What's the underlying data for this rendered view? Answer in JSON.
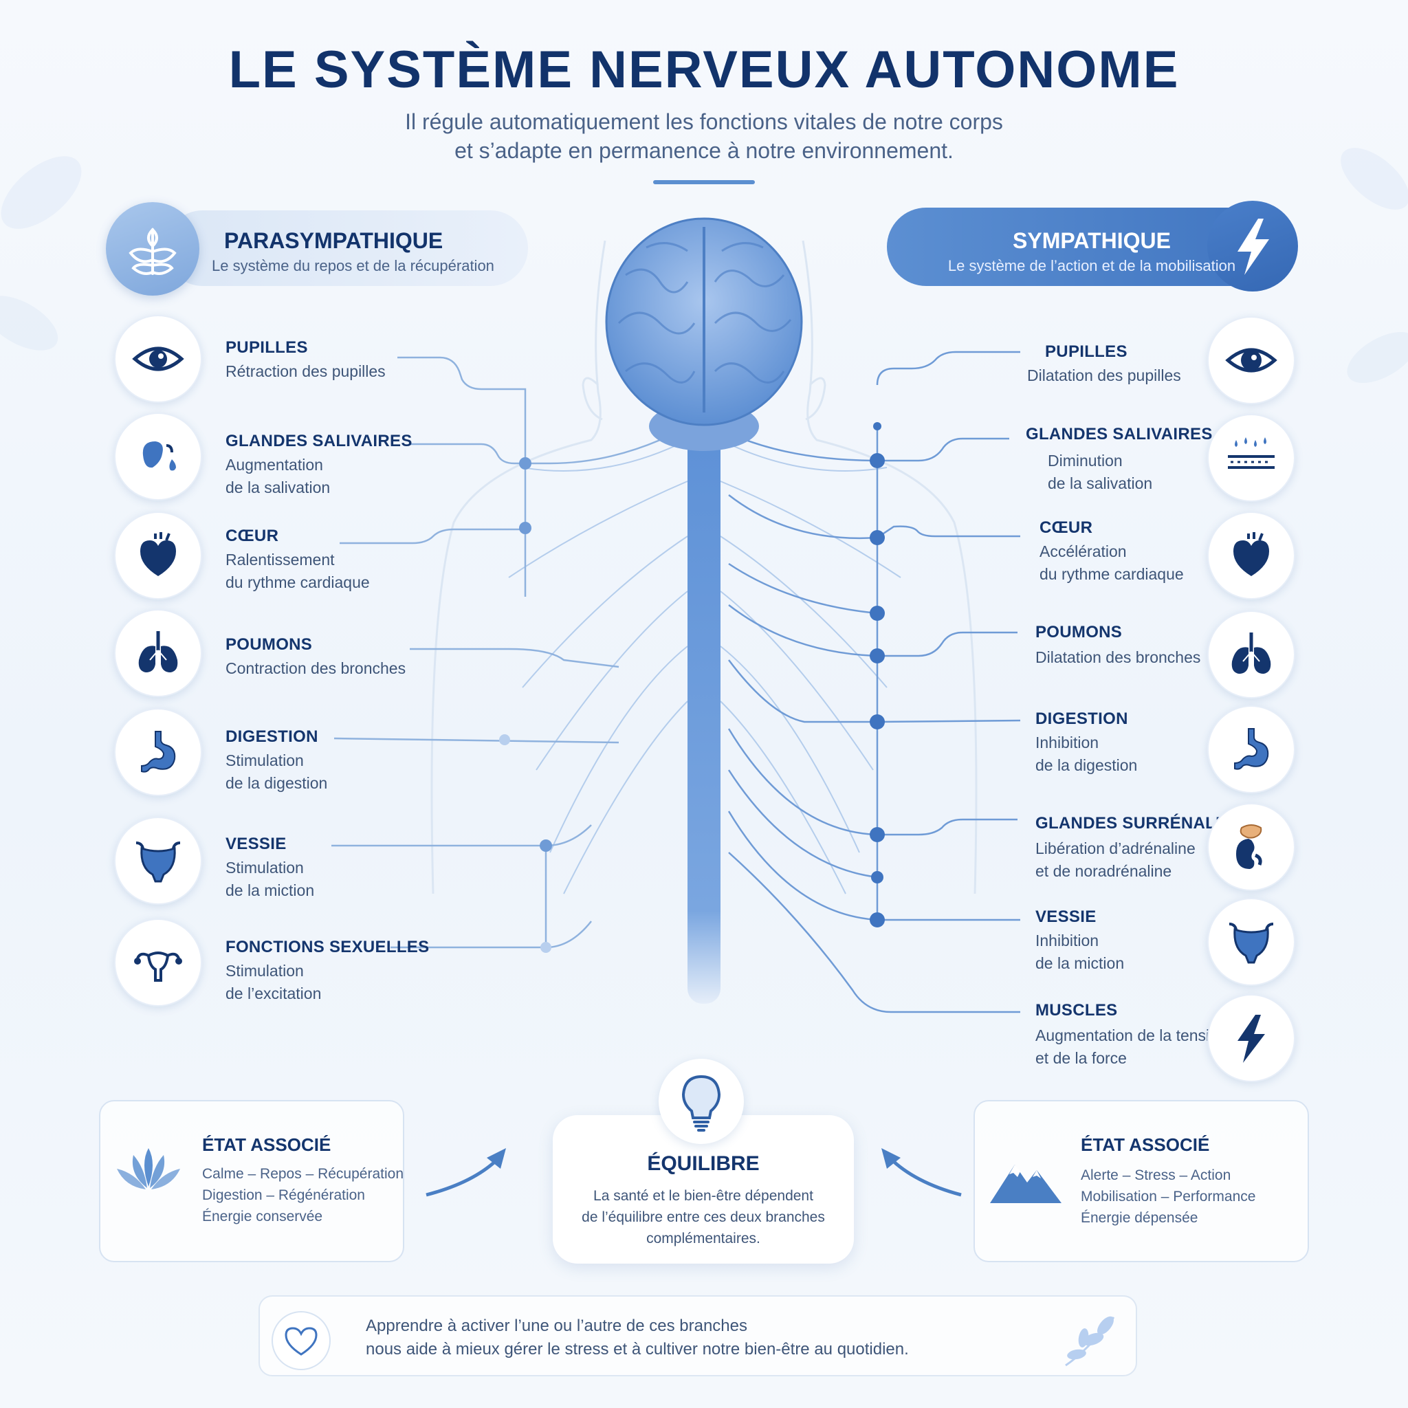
{
  "title": "LE SYSTÈME NERVEUX AUTONOME",
  "subtitle_line1": "Il régule automatiquement les fonctions vitales de notre corps",
  "subtitle_line2": "et s’adapte en permanence à notre environnement.",
  "parasympathique": {
    "title": "PARASYMPATHIQUE",
    "description": "Le système du repos et de la récupération",
    "icon": "leaf-plant-icon",
    "items": [
      {
        "title": "PUPILLES",
        "desc1": "Rétraction des pupilles",
        "desc2": "",
        "icon": "eye-icon"
      },
      {
        "title": "GLANDES SALIVAIRES",
        "desc1": "Augmentation",
        "desc2": "de la salivation",
        "icon": "salivary-gland-icon"
      },
      {
        "title": "CŒUR",
        "desc1": "Ralentissement",
        "desc2": "du rythme cardiaque",
        "icon": "heart-icon"
      },
      {
        "title": "POUMONS",
        "desc1": "Contraction des bronches",
        "desc2": "",
        "icon": "lungs-icon"
      },
      {
        "title": "DIGESTION",
        "desc1": "Stimulation",
        "desc2": "de la digestion",
        "icon": "stomach-icon"
      },
      {
        "title": "VESSIE",
        "desc1": "Stimulation",
        "desc2": "de la miction",
        "icon": "bladder-icon"
      },
      {
        "title": "FONCTIONS SEXUELLES",
        "desc1": "Stimulation",
        "desc2": "de l’excitation",
        "icon": "reproductive-icon"
      }
    ]
  },
  "sympathique": {
    "title": "SYMPATHIQUE",
    "description": "Le système de l’action et de la mobilisation",
    "icon": "lightning-icon",
    "items": [
      {
        "title": "PUPILLES",
        "desc1": "Dilatation des pupilles",
        "desc2": "",
        "icon": "eye-icon"
      },
      {
        "title": "GLANDES SALIVAIRES",
        "desc1": "Diminution",
        "desc2": "de la salivation",
        "icon": "droplets-icon"
      },
      {
        "title": "CŒUR",
        "desc1": "Accélération",
        "desc2": "du rythme cardiaque",
        "icon": "heart-icon"
      },
      {
        "title": "POUMONS",
        "desc1": "Dilatation des bronches",
        "desc2": "",
        "icon": "lungs-icon"
      },
      {
        "title": "DIGESTION",
        "desc1": "Inhibition",
        "desc2": "de la digestion",
        "icon": "stomach-icon"
      },
      {
        "title": "GLANDES SURRÉNALES",
        "desc1": "Libération d’adrénaline",
        "desc2": "et de noradrénaline",
        "icon": "adrenal-gland-icon"
      },
      {
        "title": "VESSIE",
        "desc1": "Inhibition",
        "desc2": "de la miction",
        "icon": "bladder-icon"
      },
      {
        "title": "MUSCLES",
        "desc1": "Augmentation de la tension",
        "desc2": "et de la force",
        "icon": "lightning-icon"
      }
    ]
  },
  "etat_para": {
    "title": "ÉTAT ASSOCIÉ",
    "line1": "Calme – Repos – Récupération",
    "line2": "Digestion – Régénération",
    "line3": "Énergie conservée",
    "icon": "lotus-icon"
  },
  "etat_symp": {
    "title": "ÉTAT ASSOCIÉ",
    "line1": "Alerte – Stress – Action",
    "line2": "Mobilisation – Performance",
    "line3": "Énergie dépensée",
    "icon": "mountain-icon"
  },
  "equilibre": {
    "title": "ÉQUILIBRE",
    "line1": "La santé et le bien-être dépendent",
    "line2": "de l’équilibre entre ces deux branches",
    "line3": "complémentaires.",
    "icon": "lightbulb-icon"
  },
  "footer": {
    "line1": "Apprendre à activer l’une ou l’autre de ces branches",
    "line2": "nous aide à mieux gérer le stress et à cultiver notre bien-être au quotidien.",
    "icon": "heart-outline-icon"
  },
  "colors": {
    "primary": "#12336b",
    "accent": "#3f74c0",
    "nerve": "#5b8fd0",
    "light": "#dbe7f6"
  }
}
